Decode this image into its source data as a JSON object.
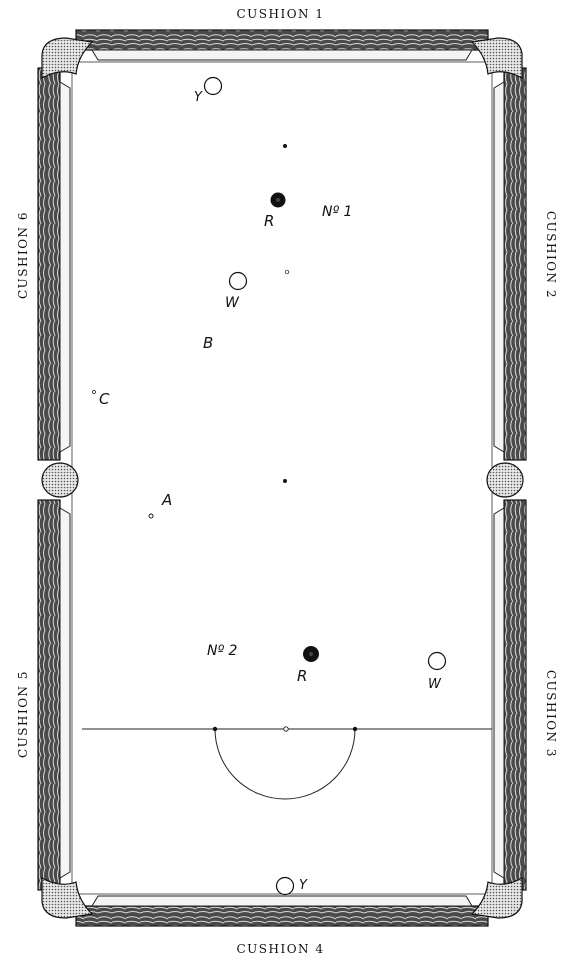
{
  "cushions": {
    "top": "CUSHION 1",
    "right_top": "CUSHION 2",
    "right_bottom": "CUSHION 3",
    "bottom": "CUSHION 4",
    "left_bottom": "CUSHION 5",
    "left_top": "CUSHION 6"
  },
  "balls": {
    "top_yellow": "Y",
    "red_1": "R",
    "white_1": "W",
    "red_2": "R",
    "white_2": "W",
    "bottom_yellow": "Y"
  },
  "positions": {
    "number_1": "Nº 1",
    "number_2": "Nº 2",
    "point_a": "A",
    "point_b": "B",
    "point_c": "C"
  }
}
